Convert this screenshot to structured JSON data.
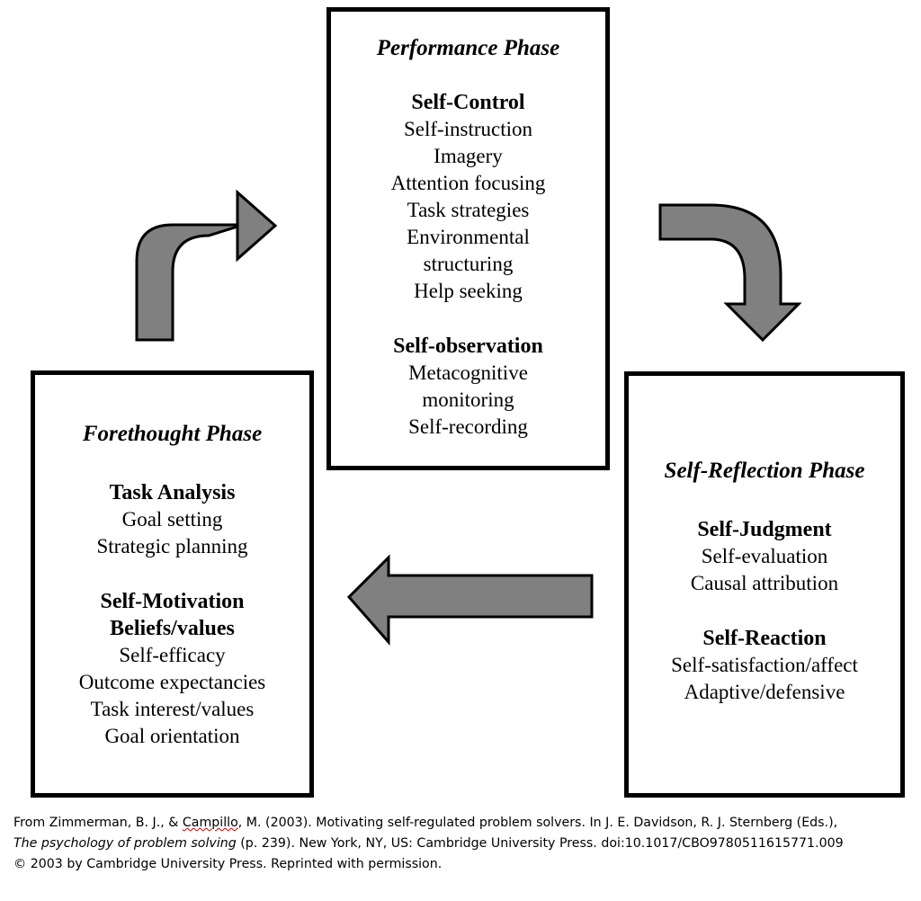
{
  "colors": {
    "arrow_fill": "#808080",
    "outline": "#000000",
    "background": "#ffffff"
  },
  "performance": {
    "title": "Performance Phase",
    "sections": [
      {
        "heading": "Self-Control",
        "items": [
          "Self-instruction",
          "Imagery",
          "Attention focusing",
          "Task strategies",
          "Environmental",
          "structuring",
          "Help seeking"
        ]
      },
      {
        "heading": "Self-observation",
        "items": [
          "Metacognitive",
          "monitoring",
          "Self-recording"
        ]
      }
    ]
  },
  "forethought": {
    "title": "Forethought Phase",
    "sections": [
      {
        "heading": "Task Analysis",
        "items": [
          "Goal setting",
          "Strategic planning"
        ]
      },
      {
        "heading": "Self-Motivation",
        "subheading": "Beliefs/values",
        "items": [
          "Self-efficacy",
          "Outcome expectancies",
          "Task interest/values",
          "Goal orientation"
        ]
      }
    ]
  },
  "reflection": {
    "title": "Self-Reflection Phase",
    "sections": [
      {
        "heading": "Self-Judgment",
        "items": [
          "Self-evaluation",
          "Causal attribution"
        ]
      },
      {
        "heading": "Self-Reaction",
        "items": [
          "Self-satisfaction/affect",
          "Adaptive/defensive"
        ]
      }
    ]
  },
  "arrows": [
    "curved-up-right-arrow",
    "curved-right-down-arrow",
    "left-arrow"
  ],
  "citation": {
    "line1_a": "From Zimmerman, B. J., & ",
    "line1_b": "Campillo",
    "line1_c": ", M. (2003). Motivating self-regulated problem solvers. In J. E. Davidson, R. J. Sternberg (Eds.),",
    "line2_title": "The psychology of problem solving",
    "line2_rest": " (p. 239). New York, NY, US: Cambridge University Press. doi:10.1017/CBO9780511615771.009",
    "line3": "© 2003 by Cambridge University Press. Reprinted with permission."
  }
}
